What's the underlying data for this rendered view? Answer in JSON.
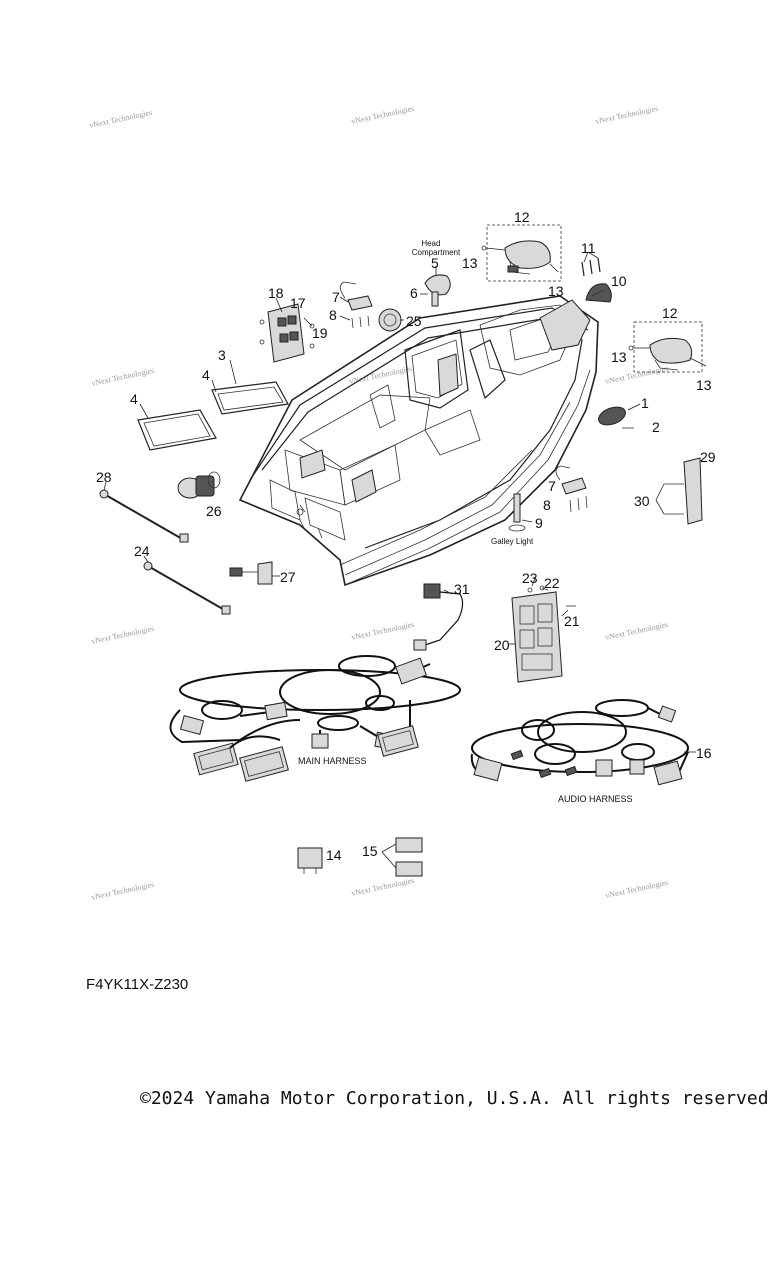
{
  "watermark": "vNext Technologies",
  "head_compartment_note": "Head\nCompartment",
  "galley_light_note": "Galley Light",
  "harness_labels": {
    "main": "MAIN HARNESS",
    "audio": "AUDIO HARNESS"
  },
  "callouts": [
    "1",
    "2",
    "3",
    "4",
    "4",
    "5",
    "6",
    "7",
    "7",
    "8",
    "8",
    "9",
    "10",
    "11",
    "12",
    "12",
    "13",
    "13",
    "13",
    "13",
    "14",
    "15",
    "16",
    "17",
    "18",
    "19",
    "20",
    "21",
    "22",
    "23",
    "24",
    "25",
    "26",
    "27",
    "28",
    "29",
    "30",
    "31"
  ],
  "diagram_code": "F4YK11X-Z230",
  "copyright": "©2024 Yamaha Motor Corporation, U.S.A. All rights reserved."
}
